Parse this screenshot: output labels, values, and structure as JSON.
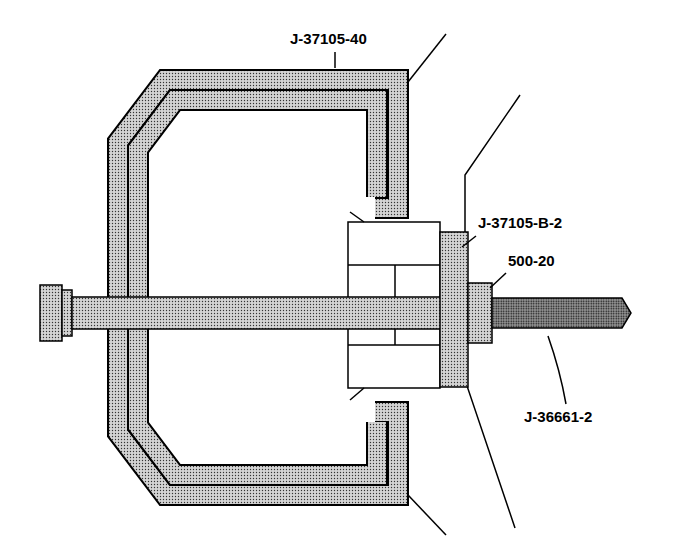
{
  "diagram": {
    "labels": [
      "J-37105-40",
      "J-37105-B-2",
      "500-20",
      "J-36661-2"
    ]
  }
}
